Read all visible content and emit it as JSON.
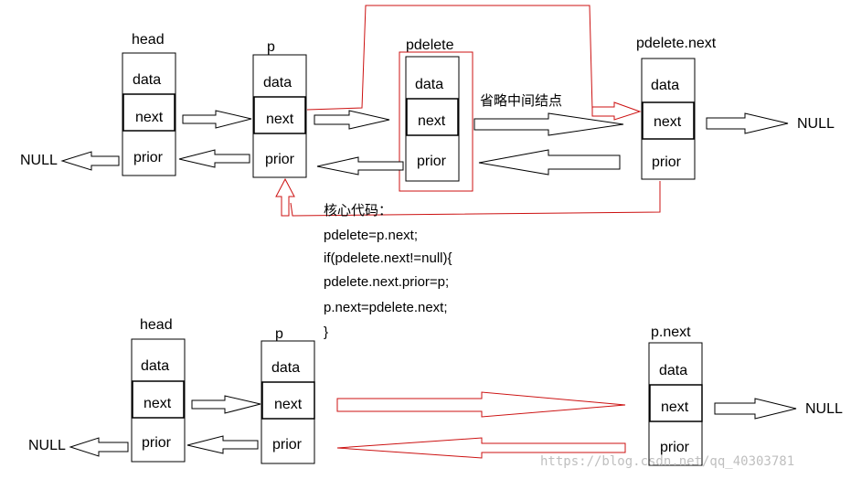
{
  "top": {
    "head": {
      "title": "head",
      "data": "data",
      "next": "next",
      "prior": "prior"
    },
    "p": {
      "title": "p",
      "data": "data",
      "next": "next",
      "prior": "prior"
    },
    "pdelete": {
      "title": "pdelete",
      "data": "data",
      "next": "next",
      "prior": "prior"
    },
    "pdelete_next": {
      "title": "pdelete.next",
      "data": "data",
      "next": "next",
      "prior": "prior"
    },
    "null_left": "NULL",
    "null_right": "NULL",
    "omitted_label": "省略中间结点"
  },
  "code": {
    "title": "核心代码：",
    "lines": [
      "pdelete=p.next;",
      "if(pdelete.next!=null){",
      "pdelete.next.prior=p;",
      "p.next=pdelete.next;",
      "}"
    ]
  },
  "bottom": {
    "head": {
      "title": "head",
      "data": "data",
      "next": "next",
      "prior": "prior"
    },
    "p": {
      "title": "p",
      "data": "data",
      "next": "next",
      "prior": "prior"
    },
    "p_next": {
      "title": "p.next",
      "data": "data",
      "next": "next",
      "prior": "prior"
    },
    "null_left": "NULL",
    "null_right": "NULL"
  },
  "watermark": "https://blog.csdn.net/qq_40303781",
  "colors": {
    "red": "#cc1111",
    "black": "#000000"
  }
}
